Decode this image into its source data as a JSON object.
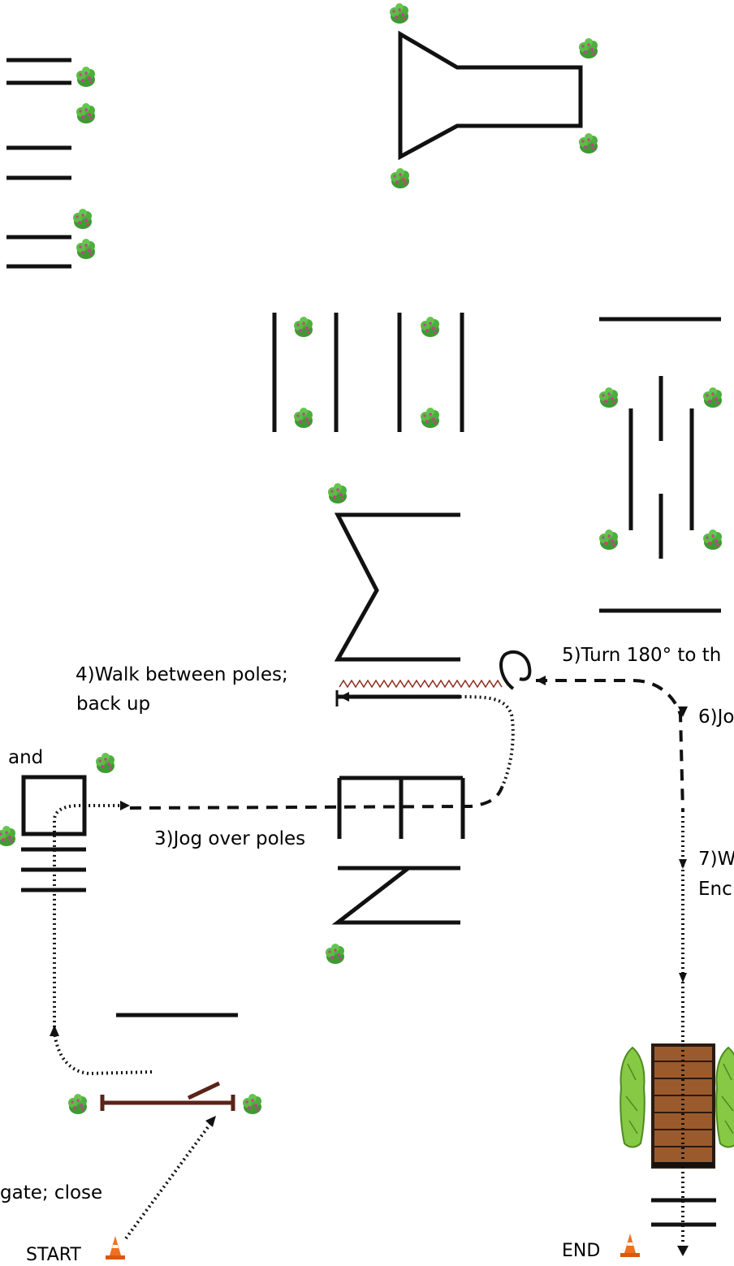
{
  "labels": {
    "step2_partial": "and",
    "step3": "3)Jog over poles",
    "step4_line1": "4)Walk between poles;",
    "step4_line2": "back up",
    "step5_partial": "5)Turn 180° to th",
    "step6_partial": "6)Jo",
    "step7_partial_line1": "7)W",
    "step7_partial_line2": "Enc",
    "step1_partial": "gate; close",
    "start": "START",
    "end": "END"
  },
  "colors": {
    "pole": "#111111",
    "gate": "#5a2418",
    "bridge_wood": "#9b5a2c",
    "bridge_border": "#2a1a10",
    "shrub": "#4caf3c",
    "shrub_dark": "#2e7d22",
    "flower": "#c2448a",
    "hedge": "#7cc23a",
    "cone": "#f07020",
    "zigzag": "#8b2a1a"
  },
  "icons": {
    "shrub": "shrub-icon",
    "cone": "traffic-cone-icon",
    "hedge": "hedge-icon"
  }
}
